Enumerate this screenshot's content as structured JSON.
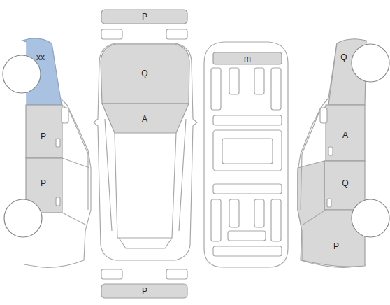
{
  "diagram": {
    "labels": [
      "P",
      "xx",
      "Q",
      "m",
      "Q",
      "A",
      "P",
      "A",
      "P",
      "Q",
      "P",
      "P"
    ]
  }
}
